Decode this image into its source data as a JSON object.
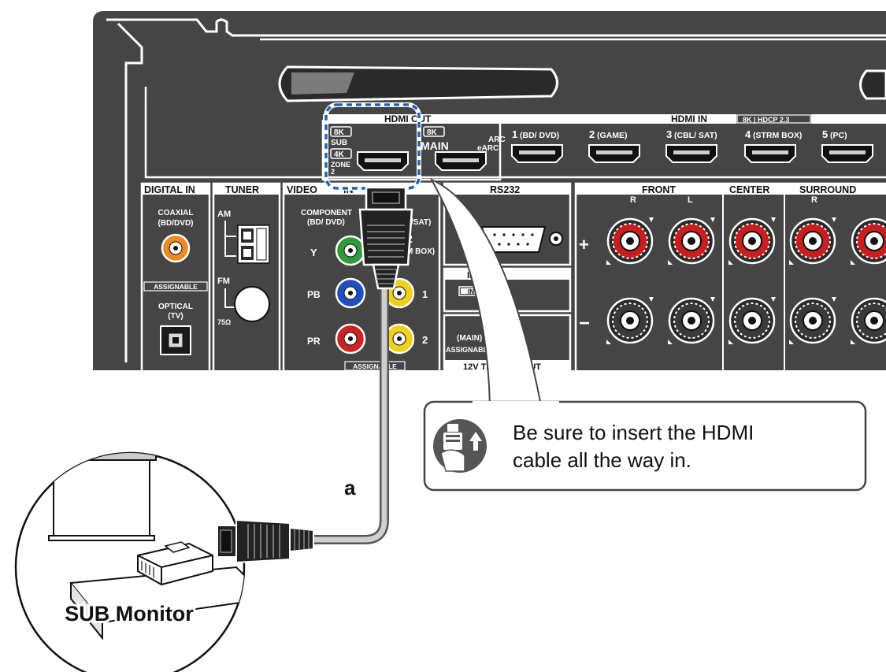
{
  "receiver": {
    "hdmi_out": {
      "title": "HDMI OUT",
      "sub": {
        "badge_8k": "8K",
        "sub_label": "SUB",
        "badge_4k": "4K",
        "zone_label": "ZONE",
        "zone_num": "2"
      },
      "main": {
        "badge_8k": "8K",
        "main_label": "MAIN",
        "arc_label": "ARC",
        "earc_label": "eARC"
      }
    },
    "hdmi_in": {
      "title": "HDMI IN",
      "badge": "8K | HDCP 2.3",
      "ports": [
        {
          "num": "1",
          "name": "(BD/ DVD)"
        },
        {
          "num": "2",
          "name": "(GAME)"
        },
        {
          "num": "3",
          "name": "(CBL/ SAT)"
        },
        {
          "num": "4",
          "name": "(STRM BOX)"
        },
        {
          "num": "5",
          "name": "(PC)"
        }
      ]
    },
    "digital_in": {
      "title": "DIGITAL IN",
      "coaxial": "COAXIAL",
      "coaxial_source": "(BD/DVD)",
      "assignable": "ASSIGNABLE",
      "optical": "OPTICAL",
      "optical_source": "(TV)"
    },
    "tuner": {
      "title": "TUNER",
      "am": "AM",
      "fm": "FM",
      "ohm": "75Ω"
    },
    "video": {
      "title": "VIDEO",
      "in_label": "IN",
      "component": "COMPONENT",
      "component_source": "(BD/ DVD)",
      "cbl_sat": "/SAT)",
      "num_2": "2",
      "strm_box": "M BOX)",
      "y": "Y",
      "pb": "PB",
      "pr": "PR",
      "row_1": "1",
      "row_2": "2",
      "assignable": "ASSIGNABLE"
    },
    "rs232": {
      "title": "RS232"
    },
    "ir": {
      "title": "IR",
      "in": "IN"
    },
    "trigger": {
      "main": "(MAIN)",
      "assignable": "ASSIGNABLE",
      "title": "12V TRIGGER OUT"
    },
    "speakers": {
      "front": "FRONT",
      "front_r": "R",
      "front_l": "L",
      "center": "CENTER",
      "surround": "SURROUND",
      "surround_r": "R",
      "plus": "+",
      "minus": "−"
    }
  },
  "cable": {
    "label": "a"
  },
  "callout": {
    "line1": "Be sure to insert the HDMI",
    "line2": "cable all the way in."
  },
  "monitor": {
    "label": "SUB Monitor"
  },
  "colors": {
    "panel": "#454545",
    "panel_dark": "#1a1a1a",
    "callout_border": "#444444",
    "highlight_dash": "#1e64b4",
    "speaker_red": "#c81e1e",
    "rca_green": "#2e9a3a",
    "rca_blue": "#1f4fbf",
    "rca_red": "#cc2222",
    "rca_yellow": "#f2d018",
    "coax_orange": "#ee8a1e"
  }
}
